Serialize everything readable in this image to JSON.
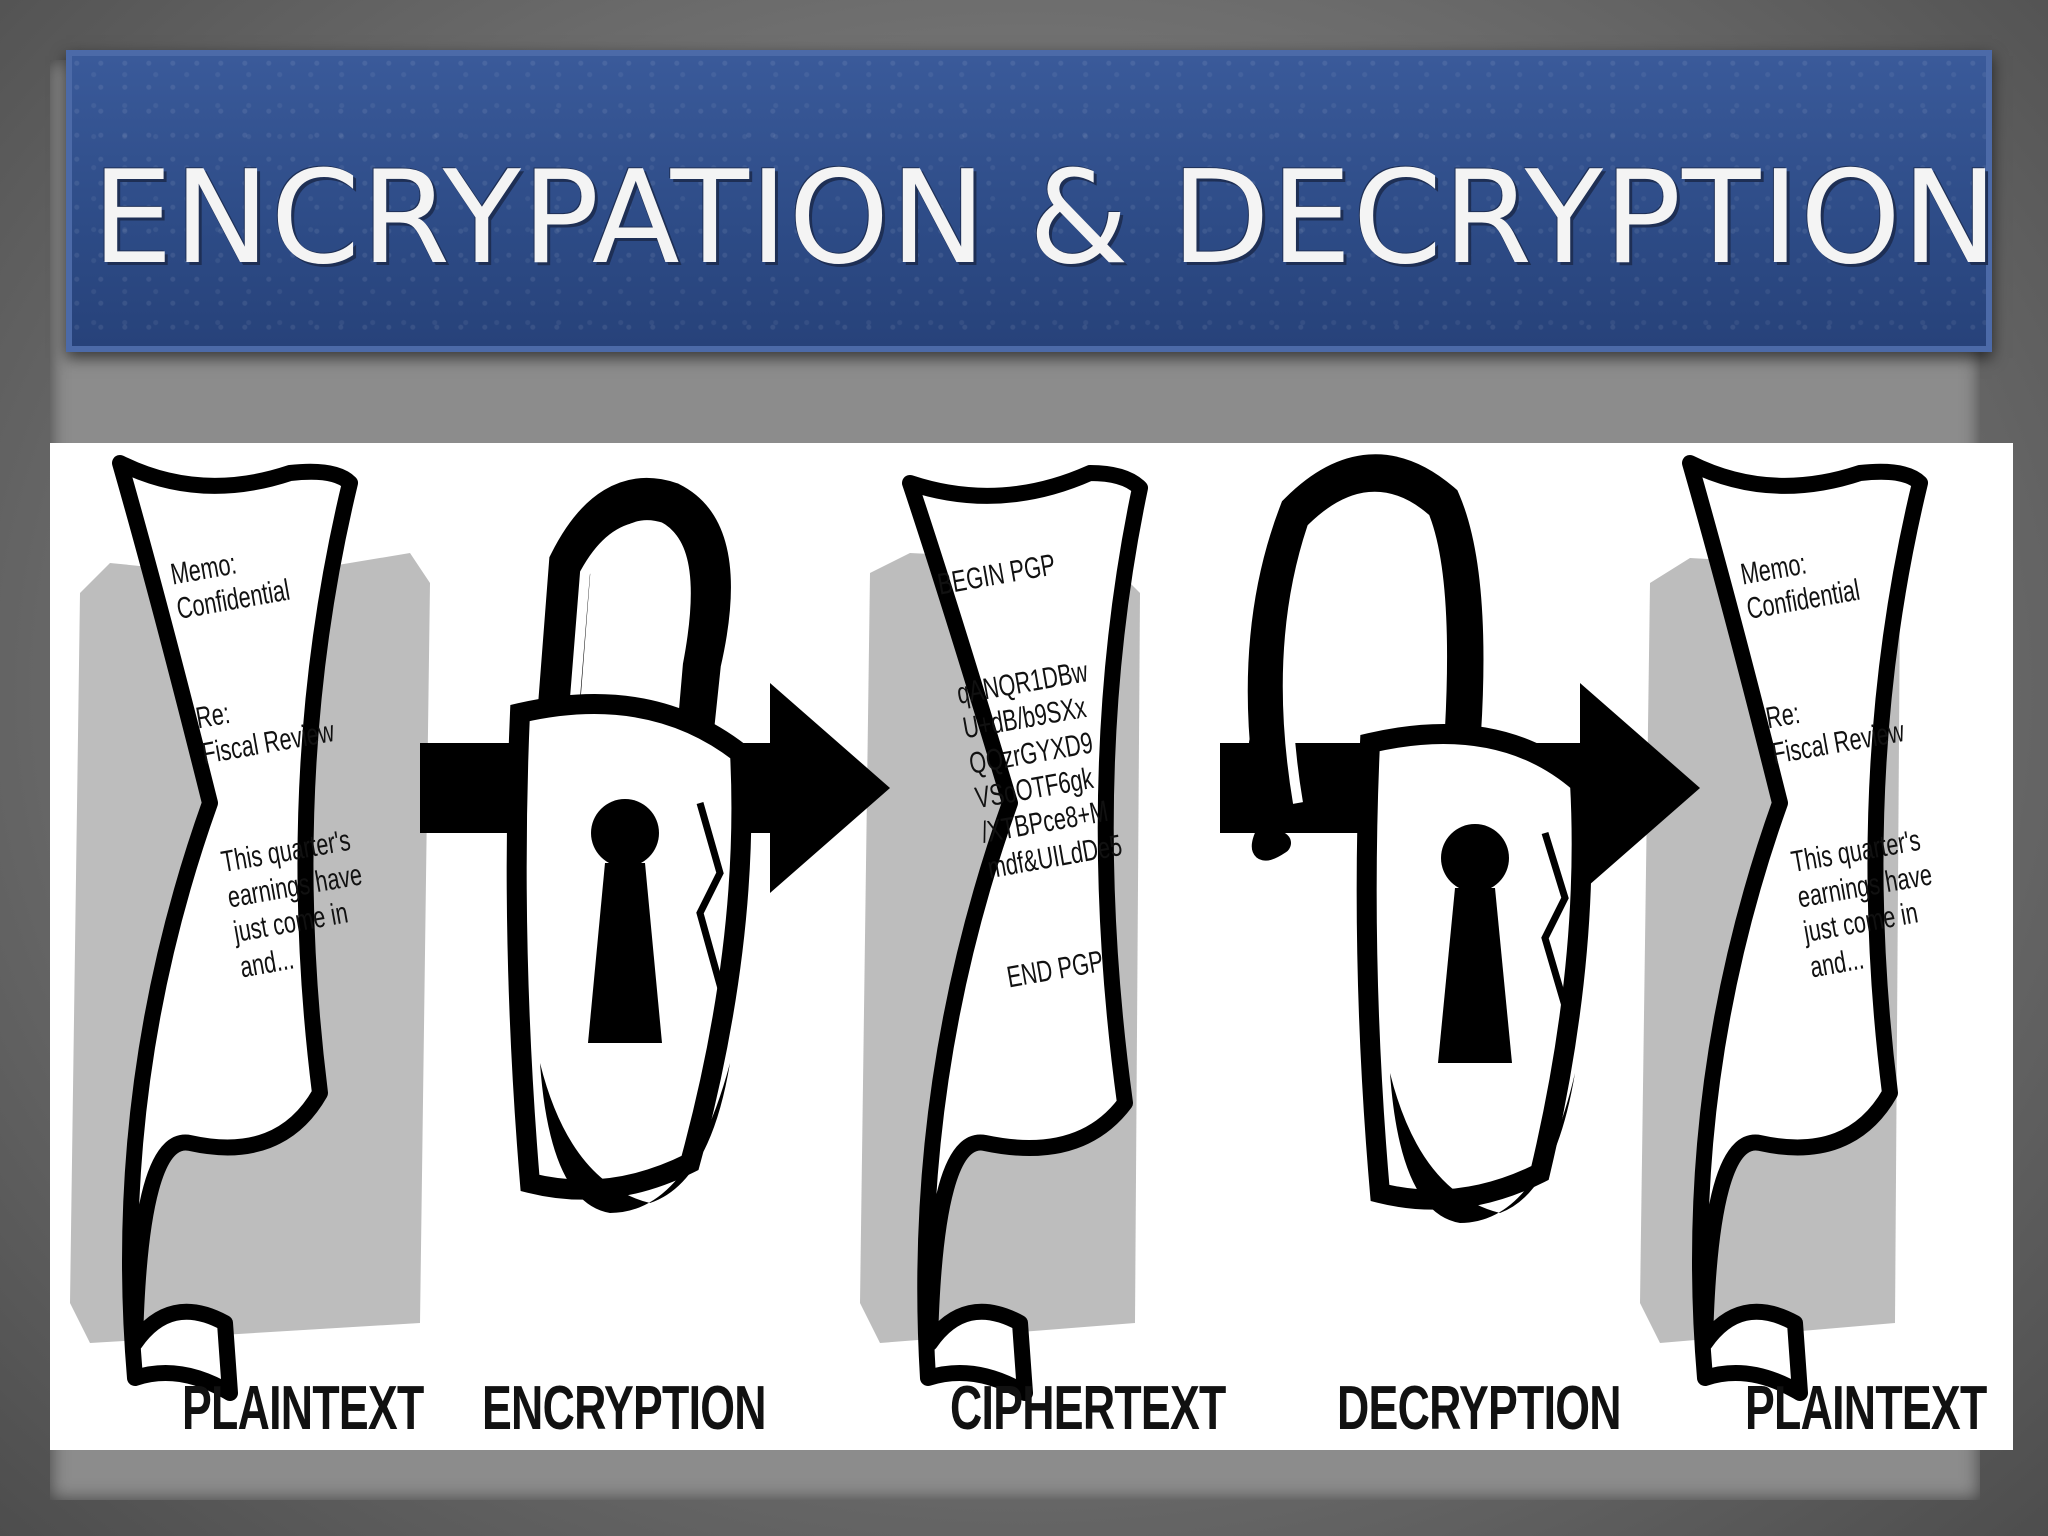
{
  "slide": {
    "title": "ENCRYPATION & DECRYPTION"
  },
  "diagram": {
    "steps": [
      {
        "label": "PLAINTEXT"
      },
      {
        "label": "ENCRYPTION"
      },
      {
        "label": "CIPHERTEXT"
      },
      {
        "label": "DECRYPTION"
      },
      {
        "label": "PLAINTEXT"
      }
    ],
    "plaintext_doc": {
      "lines": [
        "Memo:",
        "Confidential",
        "",
        "Re:",
        "Fiscal Review",
        "",
        "This quarter's",
        "earnings have",
        "just come in",
        "and..."
      ]
    },
    "ciphertext_doc": {
      "lines": [
        "BEGIN PGP",
        "",
        "qANQR1DBw",
        "U+dB/b9SXx",
        "QQzrGYXD9",
        "VSoOTF6gk",
        "/XTBPce8+M",
        "mdf&UILdDe5",
        "",
        "END PGP"
      ]
    },
    "icons": [
      "document-icon",
      "closed-padlock-icon",
      "arrow-right-icon",
      "open-padlock-icon"
    ]
  }
}
